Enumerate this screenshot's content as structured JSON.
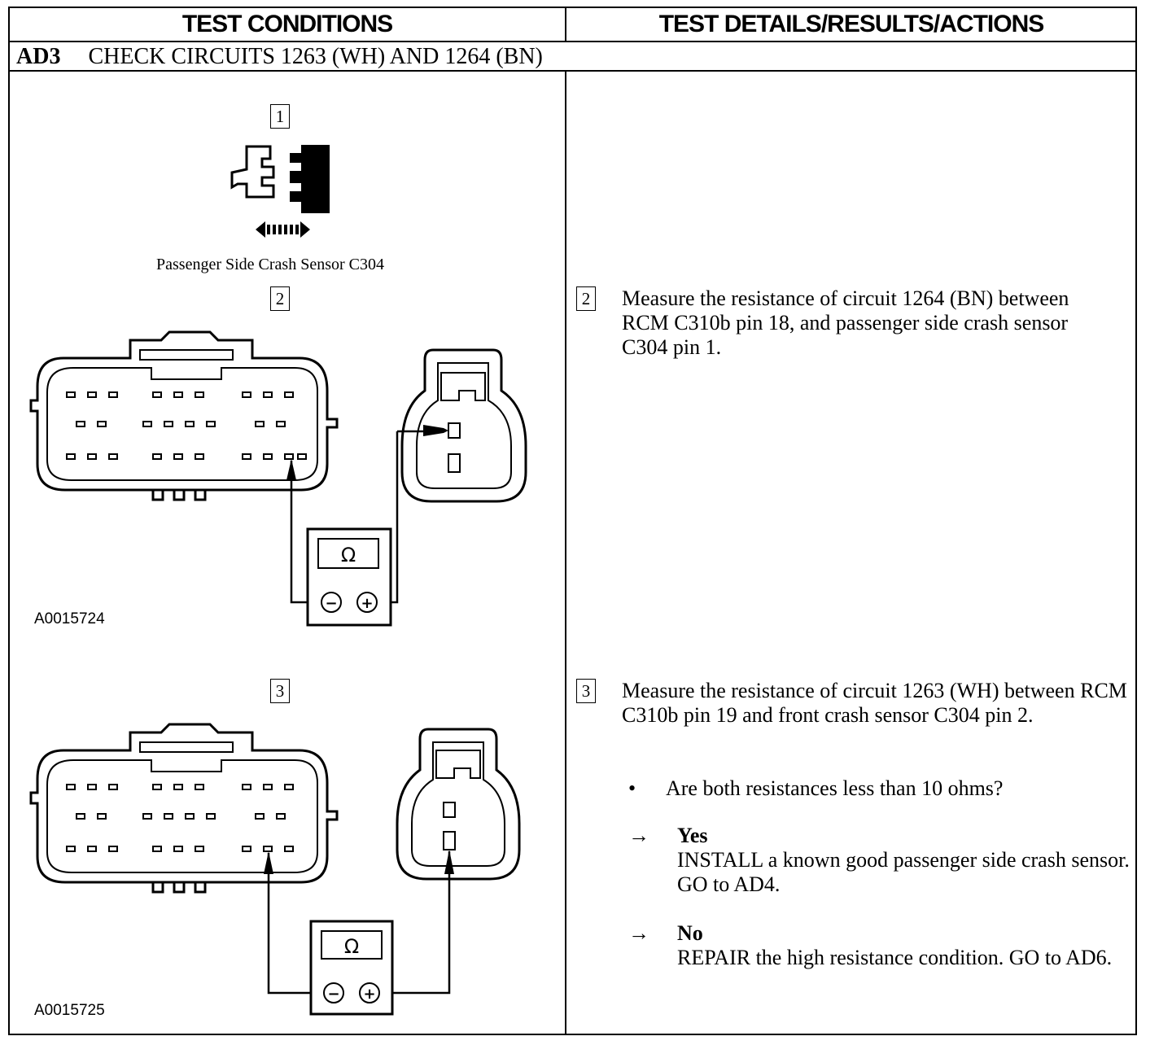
{
  "header": {
    "left_title": "TEST CONDITIONS",
    "right_title": "TEST DETAILS/RESULTS/ACTIONS"
  },
  "section": {
    "code": "AD3",
    "title": "CHECK CIRCUITS 1263 (WH) AND 1264 (BN)"
  },
  "figures": {
    "step1_num": "1",
    "step1_caption": "Passenger Side Crash Sensor C304",
    "step2_num": "2",
    "step2_id": "A0015724",
    "step3_num": "3",
    "step3_id": "A0015725",
    "meter_symbol": "Ω",
    "neg_symbol": "−",
    "pos_symbol": "+"
  },
  "details": {
    "step2_num": "2",
    "step2_text": "Measure the resistance of circuit 1264 (BN) between RCM C310b pin 18, and passenger side crash sensor C304 pin 1.",
    "step3_num": "3",
    "step3_text": "Measure the resistance of circuit 1263 (WH) between RCM C310b pin 19 and front crash sensor C304 pin 2.",
    "bullet_symbol": "•",
    "question": "Are both resistances less than 10 ohms?",
    "arrow_symbol": "→",
    "yes_label": "Yes",
    "yes_text": "INSTALL a known good passenger side crash sensor. GO to AD4.",
    "no_label": "No",
    "no_text": "REPAIR the high resistance condition. GO to AD6."
  }
}
